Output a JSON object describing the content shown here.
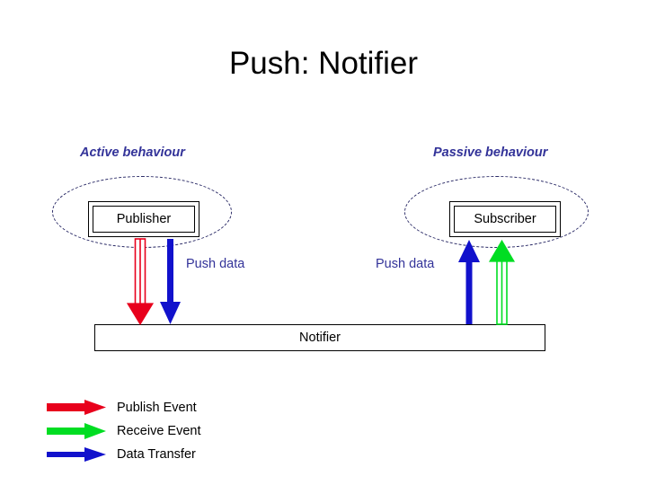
{
  "slide": {
    "title": "Push: Notifier",
    "background_color": "#ffffff"
  },
  "regions": [
    {
      "id": "active",
      "caption": "Active behaviour",
      "caption_color": "#333399",
      "actor": "Publisher"
    },
    {
      "id": "passive",
      "caption": "Passive behaviour",
      "caption_color": "#333399",
      "actor": "Subscriber"
    }
  ],
  "actors": {
    "publisher": "Publisher",
    "subscriber": "Subscriber"
  },
  "middleware": {
    "label": "Notifier"
  },
  "flow_labels": {
    "left": "Push data",
    "right": "Push data",
    "color": "#333399"
  },
  "arrows": [
    {
      "name": "publisher-publish-event",
      "kind": "publish-event",
      "style": "outlined",
      "color": "#e8001c",
      "direction": "down",
      "from": "Publisher",
      "to": "Notifier"
    },
    {
      "name": "publisher-data-transfer",
      "kind": "data-transfer",
      "style": "solid",
      "color": "#1111cc",
      "direction": "down",
      "from": "Publisher",
      "to": "Notifier"
    },
    {
      "name": "subscriber-data-transfer",
      "kind": "data-transfer",
      "style": "solid",
      "color": "#1111cc",
      "direction": "up",
      "from": "Notifier",
      "to": "Subscriber"
    },
    {
      "name": "subscriber-receive-event",
      "kind": "receive-event",
      "style": "outlined",
      "color": "#00dd22",
      "direction": "up",
      "from": "Notifier",
      "to": "Subscriber"
    }
  ],
  "legend": {
    "items": [
      {
        "label": "Publish Event",
        "color": "#e8001c",
        "shaft_thickness": 9
      },
      {
        "label": "Receive Event",
        "color": "#00dd22",
        "shaft_thickness": 8
      },
      {
        "label": "Data Transfer",
        "color": "#1111cc",
        "shaft_thickness": 6
      }
    ]
  }
}
